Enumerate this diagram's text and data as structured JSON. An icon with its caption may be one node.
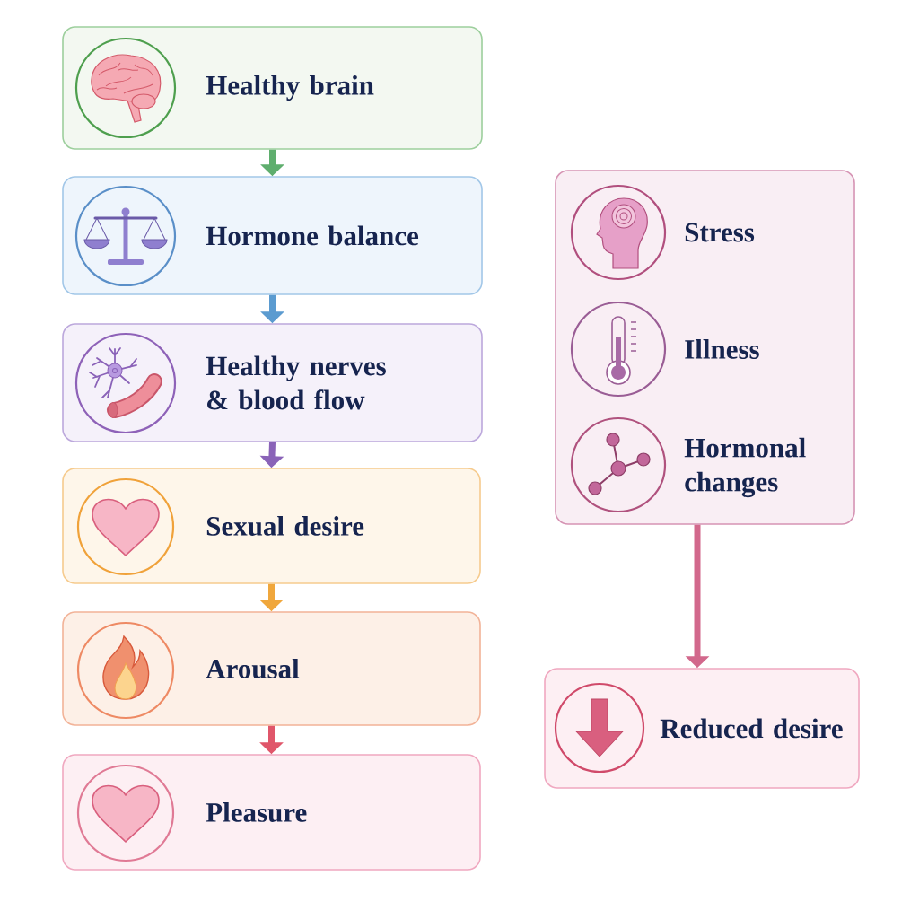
{
  "diagram": {
    "nodes": [
      {
        "text": [
          "Healthy brain"
        ]
      },
      {
        "text": [
          "Hormone balance"
        ]
      },
      {
        "text": [
          "Healthy nerves & blood flow"
        ]
      },
      {
        "text": [
          "Sexual desire"
        ]
      },
      {
        "text": [
          "Arousal"
        ]
      },
      {
        "text": [
          "Pleasure"
        ]
      },
      {
        "text": [],
        "shape": "box"
      },
      {
        "text": [
          "Stress"
        ],
        "in": 6
      },
      {
        "text": [
          "Illness"
        ],
        "in": 6
      },
      {
        "text": [
          "Hormonal changes"
        ],
        "in": 6
      },
      {
        "text": [
          "Reduced desire"
        ]
      }
    ],
    "edges": [
      {
        "from": 0,
        "to": 1,
        "arrow": "to",
        "color": "#5fae6e"
      },
      {
        "from": 1,
        "to": 2,
        "arrow": "to",
        "color": "#5b9bd0"
      },
      {
        "from": 2,
        "to": 3,
        "arrow": "to",
        "color": "#8a63b8"
      },
      {
        "from": 3,
        "to": 4,
        "arrow": "to",
        "color": "#f0a73c"
      },
      {
        "from": 4,
        "to": 5,
        "arrow": "to",
        "color": "#e0566a"
      },
      {
        "from": 6,
        "to": 10,
        "arrow": "to",
        "color": "#d2688c"
      }
    ]
  }
}
